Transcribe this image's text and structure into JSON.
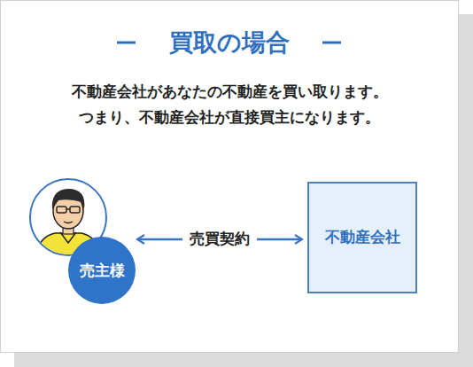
{
  "diagram": {
    "title": "買取の場合",
    "nodes": [
      {
        "text": [
          "売主様"
        ]
      },
      {
        "text": [
          "不動産会社"
        ]
      }
    ],
    "edges": [
      {
        "from": 0,
        "to": 1,
        "label": "売買契約",
        "arrow": "both"
      }
    ],
    "labels": [
      "不動産会社があなたの不動産を買い取ります。",
      "つまり、不動産会社が直接買主になります。"
    ]
  }
}
